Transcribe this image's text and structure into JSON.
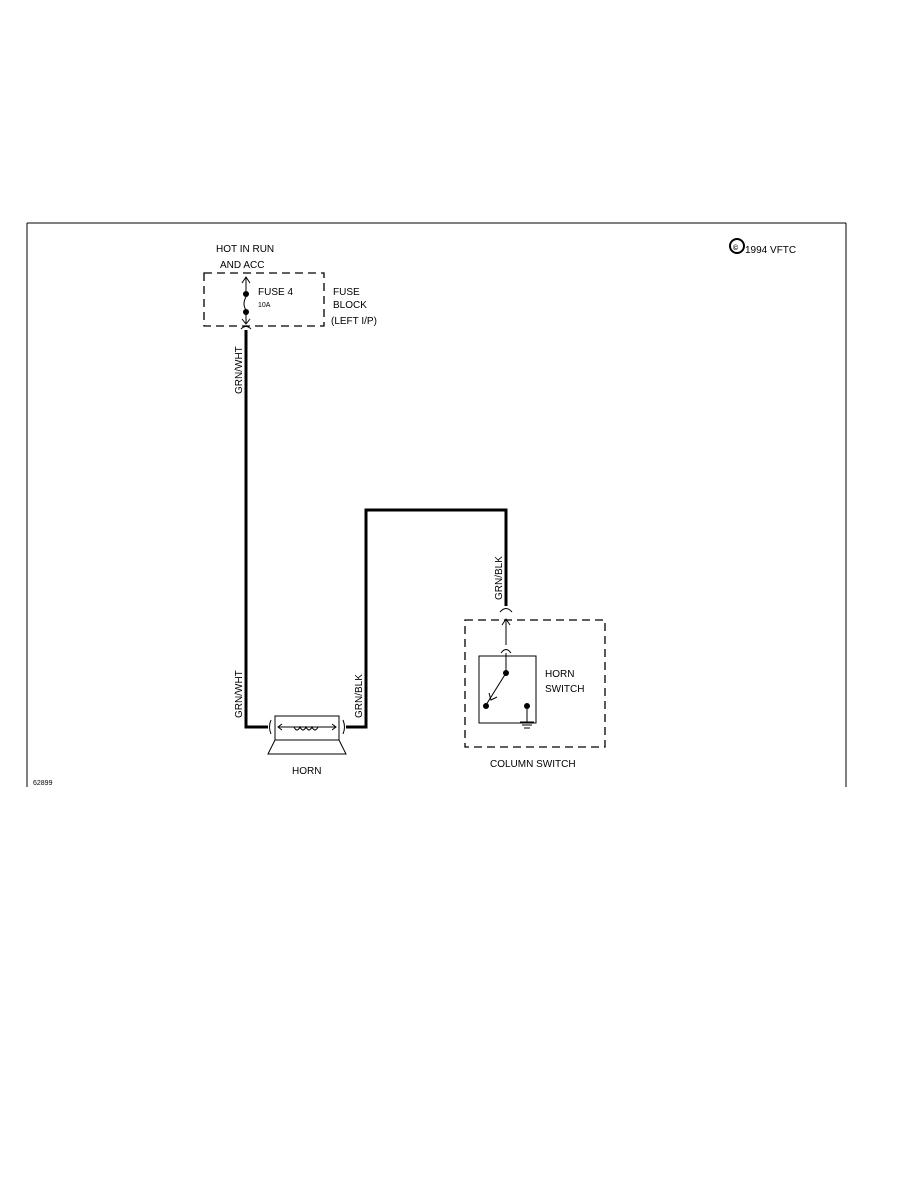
{
  "diagram": {
    "source_label": {
      "line1": "HOT IN RUN",
      "line2": "AND ACC"
    },
    "fuse": {
      "name": "FUSE 4",
      "rating": "10A"
    },
    "fuse_block": {
      "line1": "FUSE",
      "line2": "BLOCK",
      "line3": "(LEFT I/P)"
    },
    "wires": {
      "grn_wht_upper": "GRN/WHT",
      "grn_wht_lower": "GRN/WHT",
      "grn_blk_horn": "GRN/BLK",
      "grn_blk_switch": "GRN/BLK"
    },
    "horn": {
      "label": "HORN"
    },
    "horn_switch": {
      "line1": "HORN",
      "line2": "SWITCH"
    },
    "column_switch": {
      "label": "COLUMN SWITCH"
    },
    "copyright": {
      "symbol": "©",
      "text": "1994 VFTC"
    },
    "figure_id": "62899"
  }
}
